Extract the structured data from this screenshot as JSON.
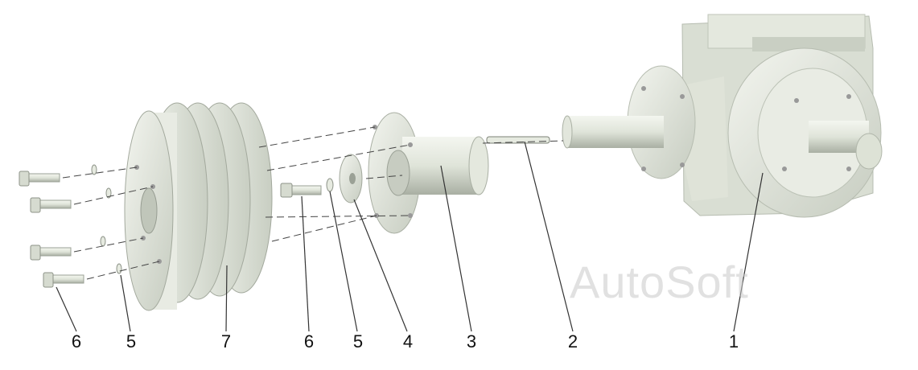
{
  "diagram": {
    "watermark": "AutoSoft",
    "callouts": [
      {
        "id": "c6a",
        "text": "6"
      },
      {
        "id": "c5a",
        "text": "5"
      },
      {
        "id": "c7",
        "text": "7"
      },
      {
        "id": "c6b",
        "text": "6"
      },
      {
        "id": "c5b",
        "text": "5"
      },
      {
        "id": "c4",
        "text": "4"
      },
      {
        "id": "c3",
        "text": "3"
      },
      {
        "id": "c2",
        "text": "2"
      },
      {
        "id": "c1",
        "text": "1"
      }
    ]
  },
  "colors": {
    "part_fill": "#e6eae0",
    "part_shade": "#c3c9bd",
    "part_dark": "#9aa095",
    "line": "#333333"
  }
}
